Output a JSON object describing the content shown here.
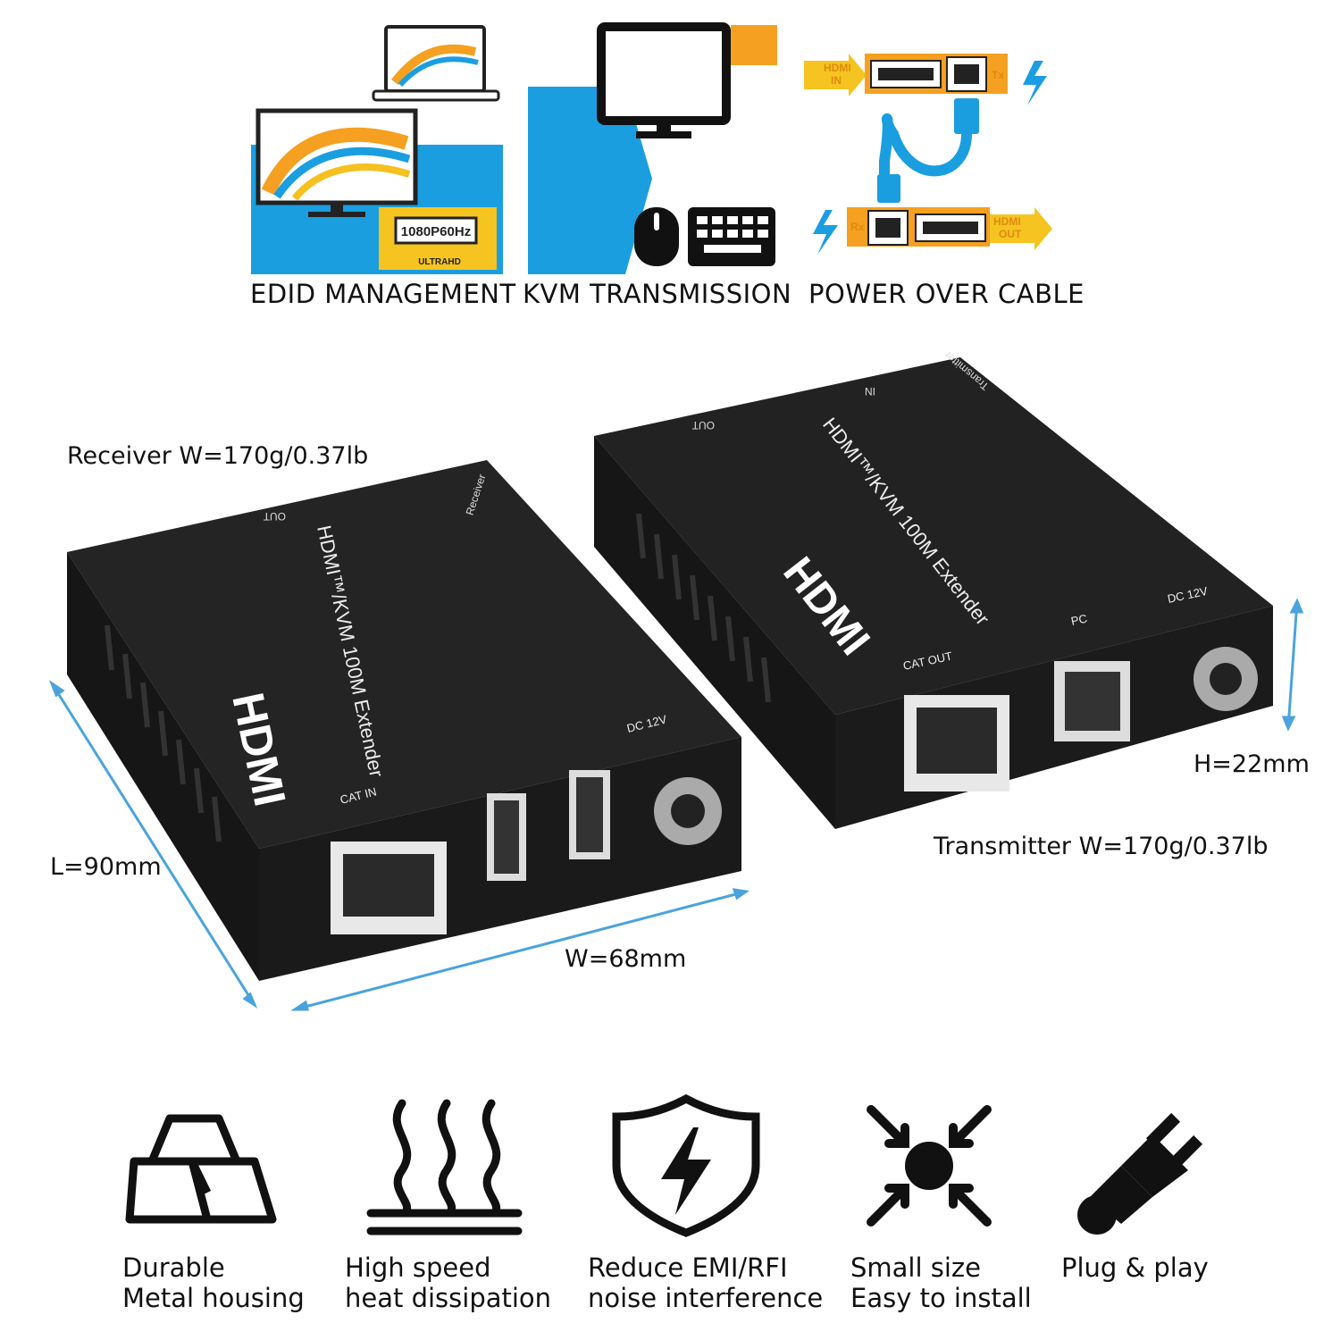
{
  "features": [
    {
      "caption": "EDID MANAGEMENT",
      "badge_res": "1080P60Hz",
      "badge_sub": "ULTRAHD",
      "icon": "edid-monitor-icon"
    },
    {
      "caption": "KVM TRANSMISSION",
      "icon": "kvm-icon"
    },
    {
      "caption": "POWER OVER CABLE",
      "hdmi_in": "HDMI\nIN",
      "hdmi_out": "HDMI\nOUT",
      "tx": "Tx",
      "rx": "Rx",
      "icon": "poe-icon"
    }
  ],
  "specs": {
    "receiver_weight": "Receiver W=170g/0.37lb",
    "transmitter_weight": "Transmitter W=170g/0.37lb",
    "length": "L=90mm",
    "width": "W=68mm",
    "height": "H=22mm"
  },
  "devices": {
    "receiver": {
      "tag": "Receiver",
      "brand": "HDMI",
      "title": "HDMI™/KVM 100M Extender",
      "out": "OUT",
      "cat_in": "CAT IN",
      "dc": "DC 12V"
    },
    "transmitter": {
      "tag": "Transmitter",
      "brand": "HDMI",
      "title": "HDMI™/KVM 100M Extender",
      "out": "OUT",
      "in": "IN",
      "cat_out": "CAT OUT",
      "pc": "PC",
      "dc": "DC 12V"
    }
  },
  "benefits": [
    {
      "line1": "Durable",
      "line2": "Metal housing",
      "icon": "metal-bars-icon"
    },
    {
      "line1": "High speed",
      "line2": "heat dissipation",
      "icon": "heat-icon"
    },
    {
      "line1": "Reduce EMI/RFI",
      "line2": "noise interference",
      "icon": "shield-bolt-icon"
    },
    {
      "line1": "Small size",
      "line2": "Easy to install",
      "icon": "compress-icon"
    },
    {
      "line1": "Plug & play",
      "line2": "",
      "icon": "plug-icon"
    }
  ],
  "colors": {
    "accent_blue": "#1a9ee0",
    "accent_orange": "#f5a020",
    "device_black": "#1c1c1c",
    "dimension_line": "#4aa3dd"
  }
}
